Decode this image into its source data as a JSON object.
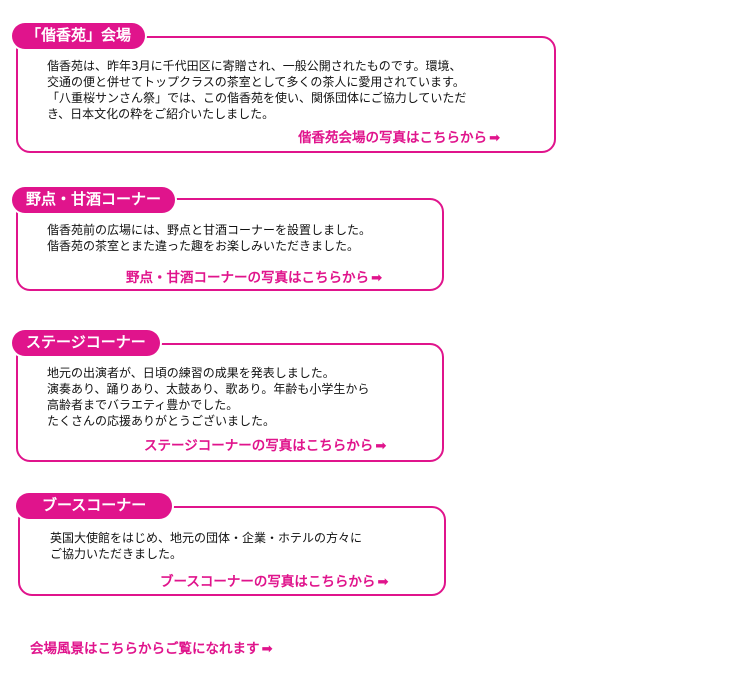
{
  "sections": [
    {
      "tab": "「偕香苑」会場",
      "lines": [
        "偕香苑は、昨年3月に千代田区に寄贈され、一般公開されたものです。環境、",
        "交通の便と併せてトップクラスの茶室として多くの茶人に愛用されています。",
        "「八重桜サンさん祭」では、この偕香苑を使い、関係団体にご協力していただ",
        "き、日本文化の粋をご紹介いたしました。"
      ],
      "link": "偕香苑会場の写真はこちらから"
    },
    {
      "tab": "野点・甘酒コーナー",
      "lines": [
        "偕香苑前の広場には、野点と甘酒コーナーを設置しました。",
        "偕香苑の茶室とまた違った趣をお楽しみいただきました。"
      ],
      "link": "野点・甘酒コーナーの写真はこちらから"
    },
    {
      "tab": "ステージコーナー",
      "lines": [
        "地元の出演者が、日頃の練習の成果を発表しました。",
        "演奏あり、踊りあり、太鼓あり、歌あり。年齢も小学生から",
        "高齢者までバラエティ豊かでした。",
        "たくさんの応援ありがとうございました。"
      ],
      "link": "ステージコーナーの写真はこちらから"
    },
    {
      "tab": "ブースコーナー",
      "lines": [
        "英国大使館をはじめ、地元の団体・企業・ホテルの方々に",
        "ご協力いただきました。"
      ],
      "link": "ブースコーナーの写真はこちらから"
    }
  ],
  "footer_link": "会場風景はこちらからご覧になれます",
  "arrow_icon": "➡",
  "colors": {
    "accent": "#e0148c",
    "text": "#111111",
    "background": "#ffffff"
  }
}
